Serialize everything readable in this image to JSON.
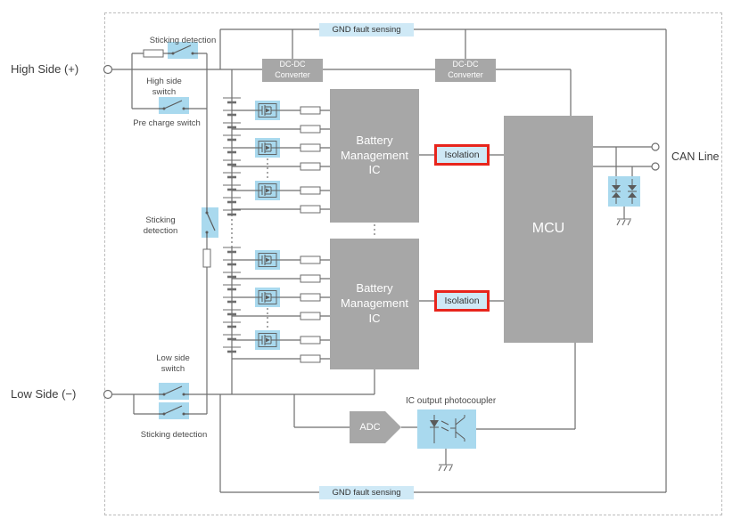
{
  "terminals": {
    "high_side": "High Side (+)",
    "low_side": "Low Side (−)",
    "can_line": "CAN Line"
  },
  "badges": {
    "gnd_fault_top": "GND fault sensing",
    "gnd_fault_bottom": "GND fault sensing"
  },
  "blocks": {
    "dcdc_left": "DC-DC Converter",
    "dcdc_right": "DC-DC Converter",
    "bmic_top": "Battery Management IC",
    "bmic_bottom": "Battery Management IC",
    "mcu": "MCU",
    "isolation_top": "Isolation",
    "isolation_bottom": "Isolation",
    "adc": "ADC"
  },
  "labels": {
    "sticking_detection_top": "Sticking detection",
    "sticking_detection_mid": "Sticking detection",
    "sticking_detection_bottom": "Sticking detection",
    "high_side_switch": "High side switch",
    "pre_charge_switch": "Pre charge switch",
    "low_side_switch": "Low side switch",
    "ic_output_photocoupler": "IC output photocoupler"
  },
  "icons": {
    "battery_cell": "battery-cell",
    "mosfet_switch": "mosfet-switch",
    "relay_switch": "relay-switch",
    "resistor": "resistor",
    "ground": "chassis-ground",
    "tvs_diode": "tvs-diode",
    "photocoupler": "photocoupler",
    "terminal": "open-terminal"
  },
  "colors": {
    "block_gray": "#a7a7a7",
    "highlight_blue": "#a9d9ee",
    "badge_blue": "#cfe9f6",
    "isolation_red": "#e8251c",
    "wire_gray": "#6e6e6e",
    "background": "#ffffff"
  }
}
